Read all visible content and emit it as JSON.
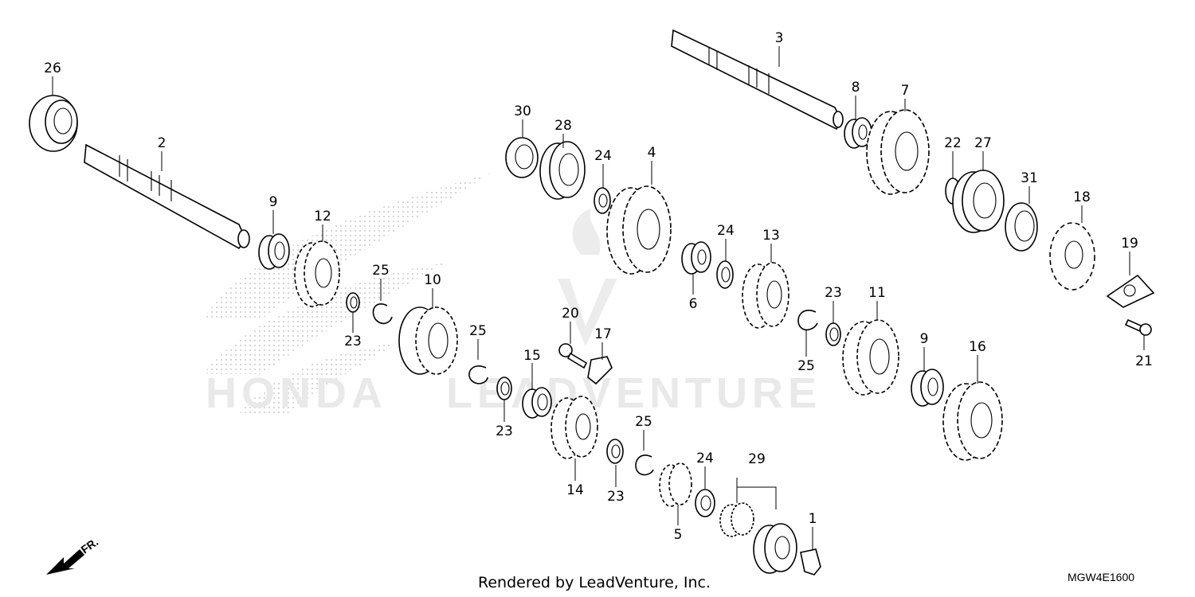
{
  "watermark": {
    "brand_text": "HONDA",
    "dealer_text": "LEADVENTURE"
  },
  "direction": {
    "label": "FR."
  },
  "footer": {
    "credit": "Rendered by LeadVenture, Inc.",
    "diagram_code": "MGW4E1600"
  },
  "callouts": [
    "26",
    "2",
    "9",
    "12",
    "25",
    "23",
    "10",
    "25",
    "23",
    "15",
    "20",
    "17",
    "14",
    "25",
    "23",
    "5",
    "24",
    "29",
    "1",
    "30",
    "28",
    "24",
    "4",
    "24",
    "6",
    "13",
    "23",
    "25",
    "11",
    "9",
    "16",
    "3",
    "8",
    "7",
    "22",
    "27",
    "31",
    "18",
    "19",
    "21"
  ]
}
